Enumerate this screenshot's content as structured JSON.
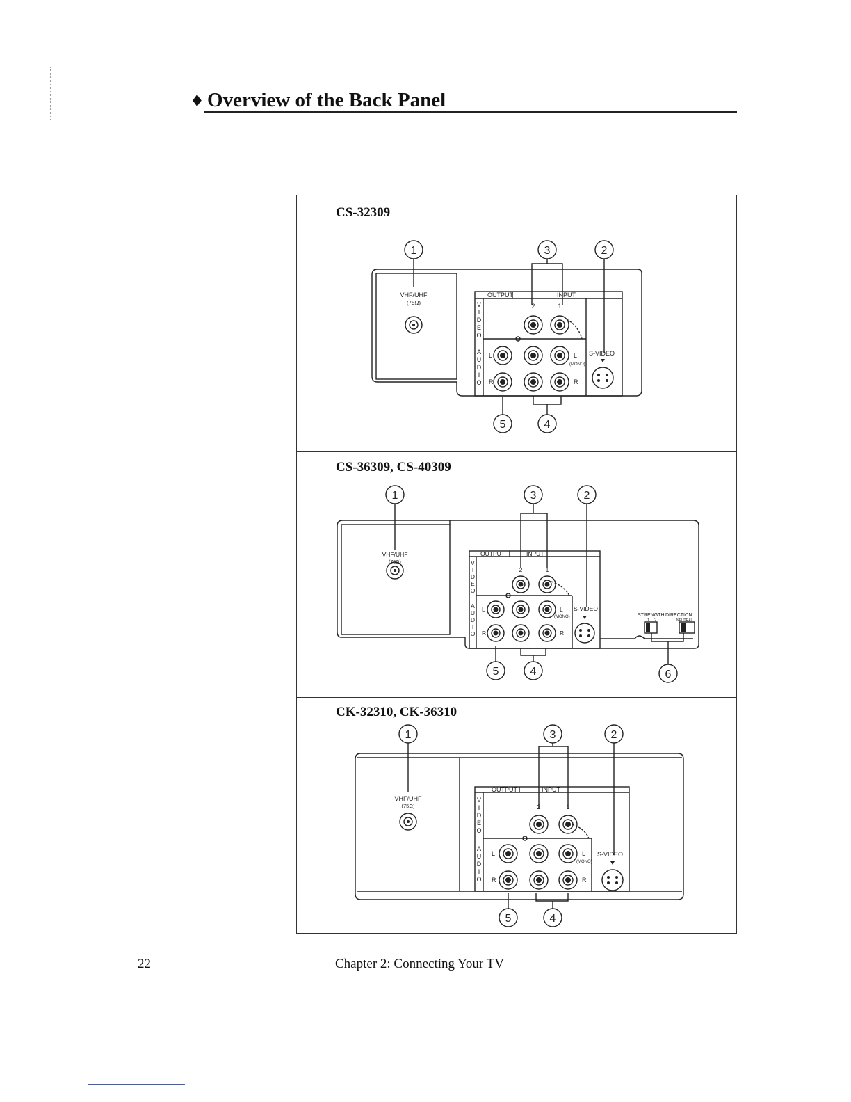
{
  "page": {
    "title": "♦ Overview of the Back Panel",
    "page_number": "22",
    "chapter": "Chapter 2:  Connecting Your TV"
  },
  "panels": [
    {
      "model": "CS-32309",
      "callouts": [
        "1",
        "3",
        "2",
        "5",
        "4"
      ],
      "labels": {
        "antenna": "VHF/UHF",
        "ohm": "(75Ω)",
        "output": "OUTPUT",
        "input": "INPUT",
        "in2": "2",
        "in1": "1",
        "video": [
          "V",
          "I",
          "D",
          "E",
          "O"
        ],
        "audio": [
          "A",
          "U",
          "D",
          "I",
          "O"
        ],
        "left": "L",
        "right": "R",
        "mono": "(MONO)",
        "svideo": "S-VIDEO"
      }
    },
    {
      "model": "CS-36309, CS-40309",
      "callouts": [
        "1",
        "3",
        "2",
        "5",
        "4",
        "6"
      ],
      "labels": {
        "antenna": "VHF/UHF",
        "ohm": "(75Ω)",
        "output": "OUTPUT",
        "input": "INPUT",
        "in2": "2",
        "in1": "1",
        "video": [
          "V",
          "I",
          "D",
          "E",
          "O"
        ],
        "audio": [
          "A",
          "U",
          "D",
          "I",
          "O"
        ],
        "left": "L",
        "right": "R",
        "mono": "(MONO)",
        "svideo": "S-VIDEO",
        "strength": "STRENGTH",
        "direction": "DIRECTION",
        "s1": "1",
        "s2": "2",
        "neutral": "NEUTRAL"
      }
    },
    {
      "model": "CK-32310, CK-36310",
      "callouts": [
        "1",
        "3",
        "2",
        "5",
        "4"
      ],
      "labels": {
        "antenna": "VHF/UHF",
        "ohm": "(75Ω)",
        "output": "OUTPUT",
        "input": "INPUT",
        "in2": "2",
        "in1": "1",
        "video": [
          "V",
          "I",
          "D",
          "E",
          "O"
        ],
        "audio": [
          "A",
          "U",
          "D",
          "I",
          "O"
        ],
        "left": "L",
        "right": "R",
        "mono": "(MONO)",
        "svideo": "S-VIDEO"
      }
    }
  ]
}
